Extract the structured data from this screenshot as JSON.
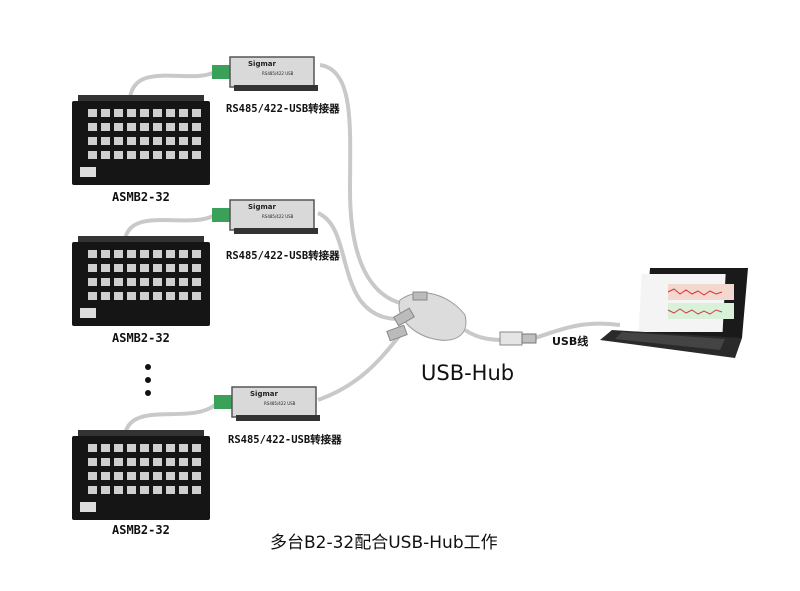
{
  "devices": [
    {
      "label": "ASMB2-32"
    },
    {
      "label": "ASMB2-32"
    },
    {
      "label": "ASMB2-32"
    }
  ],
  "converters": [
    {
      "label": "RS485/422-USB转接器",
      "brand": "Sigmar",
      "model": "RS485/422 USB"
    },
    {
      "label": "RS485/422-USB转接器",
      "brand": "Sigmar",
      "model": "RS485/422 USB"
    },
    {
      "label": "RS485/422-USB转接器",
      "brand": "Sigmar",
      "model": "RS485/422 USB"
    }
  ],
  "hub": {
    "label": "USB-Hub"
  },
  "usb_cable": {
    "label": "USB线"
  },
  "caption": "多台B2-32配合USB-Hub工作",
  "colors": {
    "device": "#151515",
    "terminal": "#cfcfcf",
    "converter": "#d9d9d9",
    "cable": "#c8c8c8",
    "connector": "#3aa05a"
  }
}
